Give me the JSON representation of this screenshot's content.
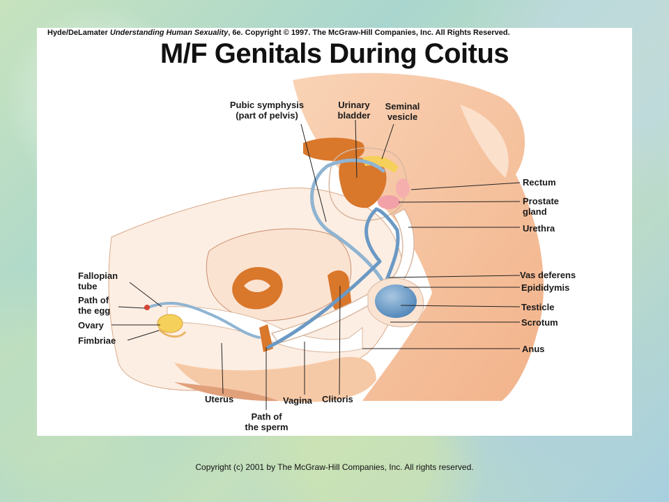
{
  "credit": {
    "authors": "Hyde/DeLamater",
    "book_title": "Understanding Human Sexuality",
    "rest": ", 6e.  Copyright © 1997. The McGraw-Hill Companies, Inc. All Rights Reserved."
  },
  "title": "M/F Genitals During Coitus",
  "labels": {
    "pubic_symphysis": "Pubic symphysis\n(part of pelvis)",
    "urinary_bladder": "Urinary\nbladder",
    "seminal_vesicle": "Seminal\nvesicle",
    "rectum": "Rectum",
    "prostate_gland": "Prostate\ngland",
    "urethra": "Urethra",
    "vas_deferens": "Vas deferens",
    "epididymis": "Epididymis",
    "testicle": "Testicle",
    "scrotum": "Scrotum",
    "anus": "Anus",
    "fallopian_tube": "Fallopian\ntube",
    "path_of_egg": "Path of\nthe egg",
    "ovary": "Ovary",
    "fimbriae": "Fimbriae",
    "uterus": "Uterus",
    "path_of_sperm": "Path of\nthe sperm",
    "vagina": "Vagina",
    "clitoris": "Clitoris"
  },
  "colors": {
    "skin": "#f6c9a6",
    "tissue": "#fbe3d2",
    "organ": "#d9772b",
    "sperm_path": "#8fb4d2",
    "testicle": "#5b8fbf"
  },
  "copyright": "Copyright (c) 2001 by The McGraw-Hill Companies, Inc. All rights reserved."
}
